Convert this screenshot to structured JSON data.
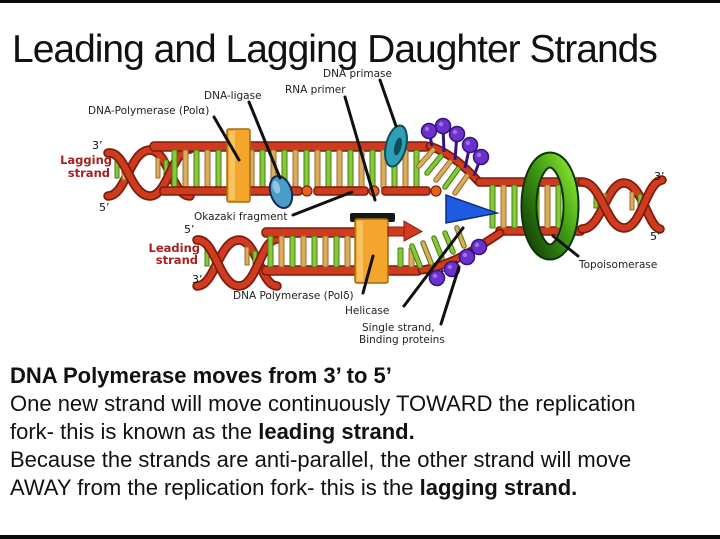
{
  "title": "Leading and Lagging Daughter Strands",
  "diagram": {
    "labels": {
      "dna_polymerase_alpha": "DNA-Polymerase (Polα)",
      "dna_ligase": "DNA-ligase",
      "rna_primer": "RNA primer",
      "dna_primase": "DNA primase",
      "okazaki_fragment": "Okazaki fragment",
      "lagging_line1": "Lagging",
      "lagging_line2": "strand",
      "leading_line1": "Leading",
      "leading_line2": "strand",
      "dna_polymerase_delta": "DNA Polymerase (Polδ)",
      "helicase": "Helicase",
      "ssb_line1": "Single strand,",
      "ssb_line2": "Binding proteins",
      "topoisomerase": "Topoisomerase",
      "three_prime_top_left": "3’",
      "five_prime_left": "5’",
      "five_prime_mid": "5’",
      "three_prime_mid": "3’",
      "three_prime_right": "3’",
      "five_prime_right": "5’"
    },
    "colors": {
      "backbone_red": "#cf3b1f",
      "backbone_dark": "#7e1c0c",
      "rung_green": "#84ca38",
      "rung_green_dark": "#49790f",
      "rung_tan": "#dcab5e",
      "rung_tan_dark": "#99682a",
      "polymerase_orange": "#f3a62b",
      "polymerase_orange_dark": "#a06a12",
      "ligase_blue": "#4a9cc9",
      "primase_teal": "#2f9fb5",
      "helicase_blue": "#1f5be0",
      "ssb_purple": "#6b31cc",
      "topoisomerase_green": "#3f9a14",
      "strand_label_red": "#a81f1f"
    }
  },
  "caption": {
    "heading": "DNA Polymerase moves from 3’ to 5’",
    "line2": "One new strand will move continuously TOWARD the replication",
    "line3_pre": "fork- this is known as the ",
    "line3_bold": "leading strand.",
    "line4": "Because the strands are anti-parallel, the other strand will move",
    "line5_pre": "AWAY from the replication fork- this is the ",
    "line5_bold": "lagging strand."
  }
}
